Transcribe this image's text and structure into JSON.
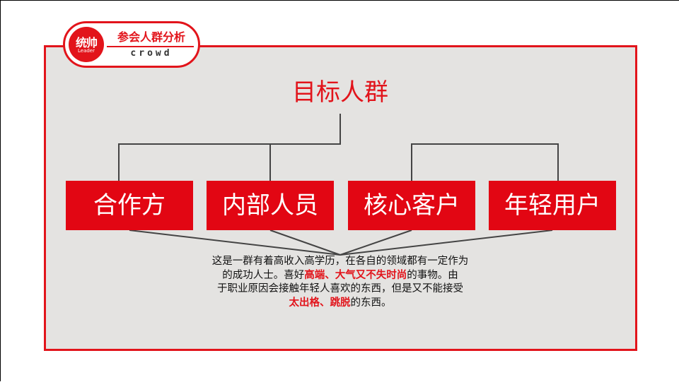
{
  "header": {
    "logo_main": "统帅",
    "logo_sub": "Leader",
    "title": "参会人群分析",
    "subtitle": "crowd"
  },
  "main": {
    "title": "目标人群",
    "boxes": [
      {
        "label": "合作方"
      },
      {
        "label": "内部人员"
      },
      {
        "label": "核心客户"
      },
      {
        "label": "年轻用户"
      }
    ],
    "description": {
      "line1": "这是一群有着高收入高学历，在各自的领域都有一定作为",
      "line2_pre": "的成功人士。喜好",
      "line2_hl": "高端、大气又不失时尚",
      "line2_post": "的事物。由",
      "line3": "于职业原因会接触年轻人喜欢的东西，但是又不能接受",
      "line4_hl": "太出格、跳脱",
      "line4_post": "的东西。"
    }
  },
  "colors": {
    "accent": "#e2141b",
    "box_fill": "#e20613",
    "panel_bg": "#e4e3e1",
    "connector": "#444444"
  }
}
